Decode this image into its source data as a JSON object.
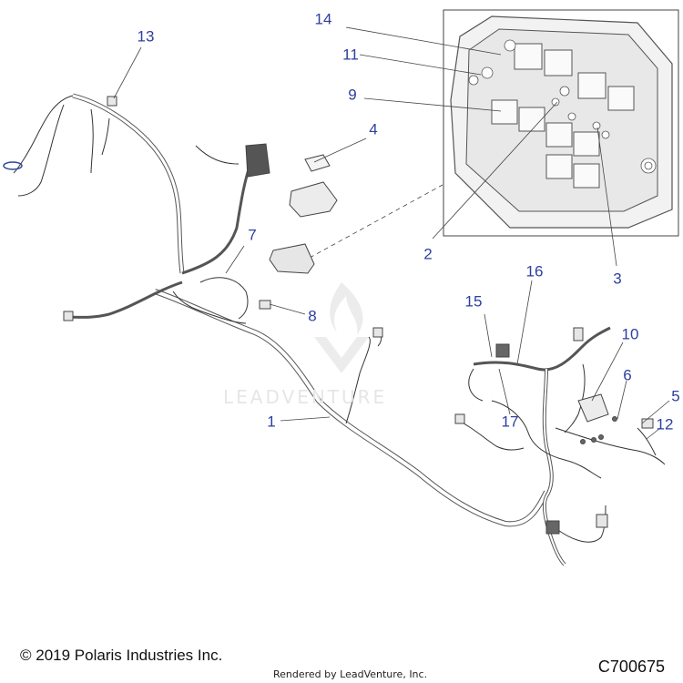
{
  "callouts": [
    {
      "id": "1",
      "label": "1"
    },
    {
      "id": "2",
      "label": "2"
    },
    {
      "id": "3",
      "label": "3"
    },
    {
      "id": "4",
      "label": "4"
    },
    {
      "id": "5",
      "label": "5"
    },
    {
      "id": "6",
      "label": "6"
    },
    {
      "id": "7",
      "label": "7"
    },
    {
      "id": "8",
      "label": "8"
    },
    {
      "id": "9",
      "label": "9"
    },
    {
      "id": "10",
      "label": "10"
    },
    {
      "id": "11",
      "label": "11"
    },
    {
      "id": "12",
      "label": "12"
    },
    {
      "id": "13",
      "label": "13"
    },
    {
      "id": "14",
      "label": "14"
    },
    {
      "id": "15",
      "label": "15"
    },
    {
      "id": "16",
      "label": "16"
    },
    {
      "id": "17",
      "label": "17"
    }
  ],
  "watermark": "LEADVENTURE",
  "footer": {
    "copyright": "© 2019 Polaris Industries Inc.",
    "rendered_by": "Rendered by LeadVenture, Inc.",
    "diagram_code": "C700675"
  }
}
